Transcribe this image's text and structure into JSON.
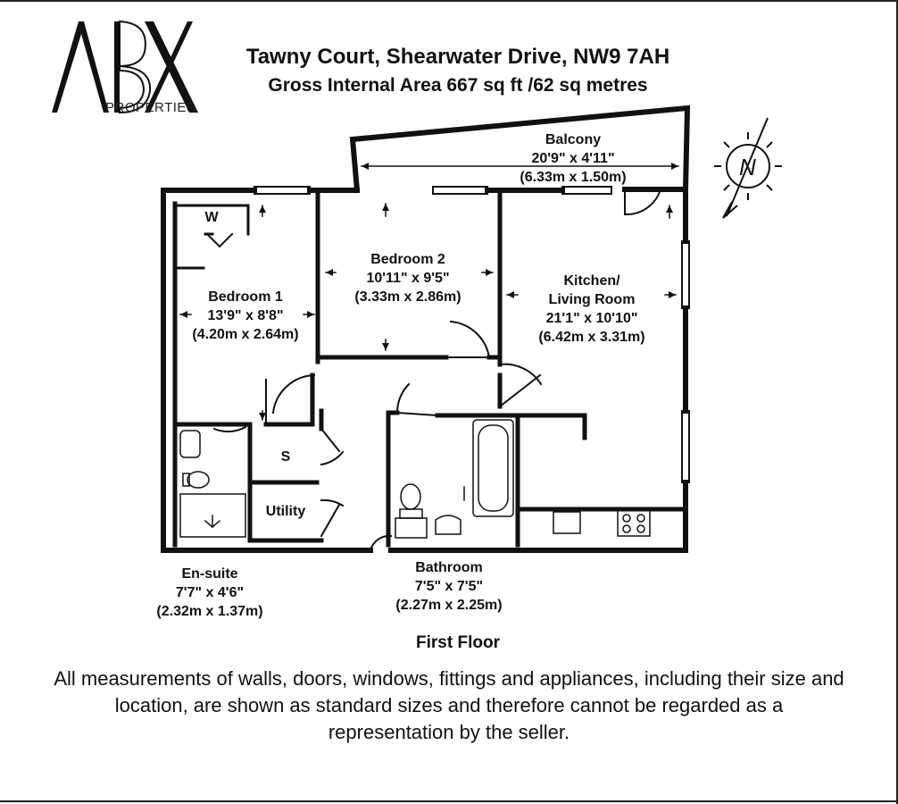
{
  "logo": {
    "letters": "ABX",
    "subtitle": "PROPERTIES"
  },
  "header": {
    "title": "Tawny Court, Shearwater Drive, NW9 7AH",
    "area": "Gross Internal Area 667 sq ft /62 sq metres"
  },
  "rooms": {
    "balcony": {
      "name": "Balcony",
      "imperial": "20'9\" x 4'11\"",
      "metric": "(6.33m x 1.50m)"
    },
    "bedroom2": {
      "name": "Bedroom 2",
      "imperial": "10'11\" x 9'5\"",
      "metric": "(3.33m x 2.86m)"
    },
    "bedroom1": {
      "name": "Bedroom 1",
      "imperial": "13'9\" x 8'8\"",
      "metric": "(4.20m x 2.64m)"
    },
    "kitchen": {
      "name_line1": "Kitchen/",
      "name_line2": "Living Room",
      "imperial": "21'1\" x 10'10\"",
      "metric": "(6.42m x 3.31m)"
    },
    "ensuite": {
      "name": "En-suite",
      "imperial": "7'7\" x 4'6\"",
      "metric": "(2.32m x 1.37m)"
    },
    "bathroom": {
      "name": "Bathroom",
      "imperial": "7'5\" x 7'5\"",
      "metric": "(2.27m x 2.25m)"
    },
    "wardrobe": {
      "name": "W"
    },
    "store": {
      "name": "S"
    },
    "utility": {
      "name": "Utility"
    }
  },
  "compass": {
    "label": "N"
  },
  "floor_label": "First Floor",
  "disclaimer": "All measurements of walls, doors, windows, fittings and appliances, including their size and location, are shown as standard sizes and therefore cannot be regarded as a representation by the seller."
}
